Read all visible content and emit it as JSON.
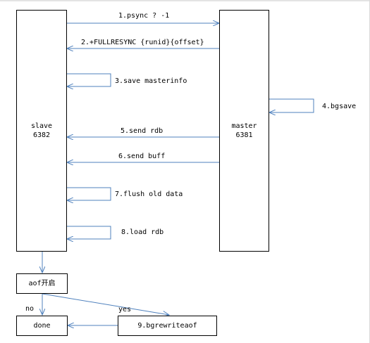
{
  "nodes": {
    "slave": {
      "name": "slave",
      "port": "6382"
    },
    "master": {
      "name": "master",
      "port": "6381"
    },
    "aof": "aof开启",
    "done": "done",
    "bgrewriteaof": "9.bgrewriteaof"
  },
  "steps": {
    "s1": "1.psync ? -1",
    "s2": "2.+FULLRESYNC {runid}{offset}",
    "s3": "3.save masterinfo",
    "s4": "4.bgsave",
    "s5": "5.send rdb",
    "s6": "6.send buff",
    "s7": "7.flush old data",
    "s8": "8.load rdb"
  },
  "branches": {
    "no": "no",
    "yes": "yes"
  },
  "colors": {
    "arrow": "#4f81bd",
    "border": "#000000"
  }
}
